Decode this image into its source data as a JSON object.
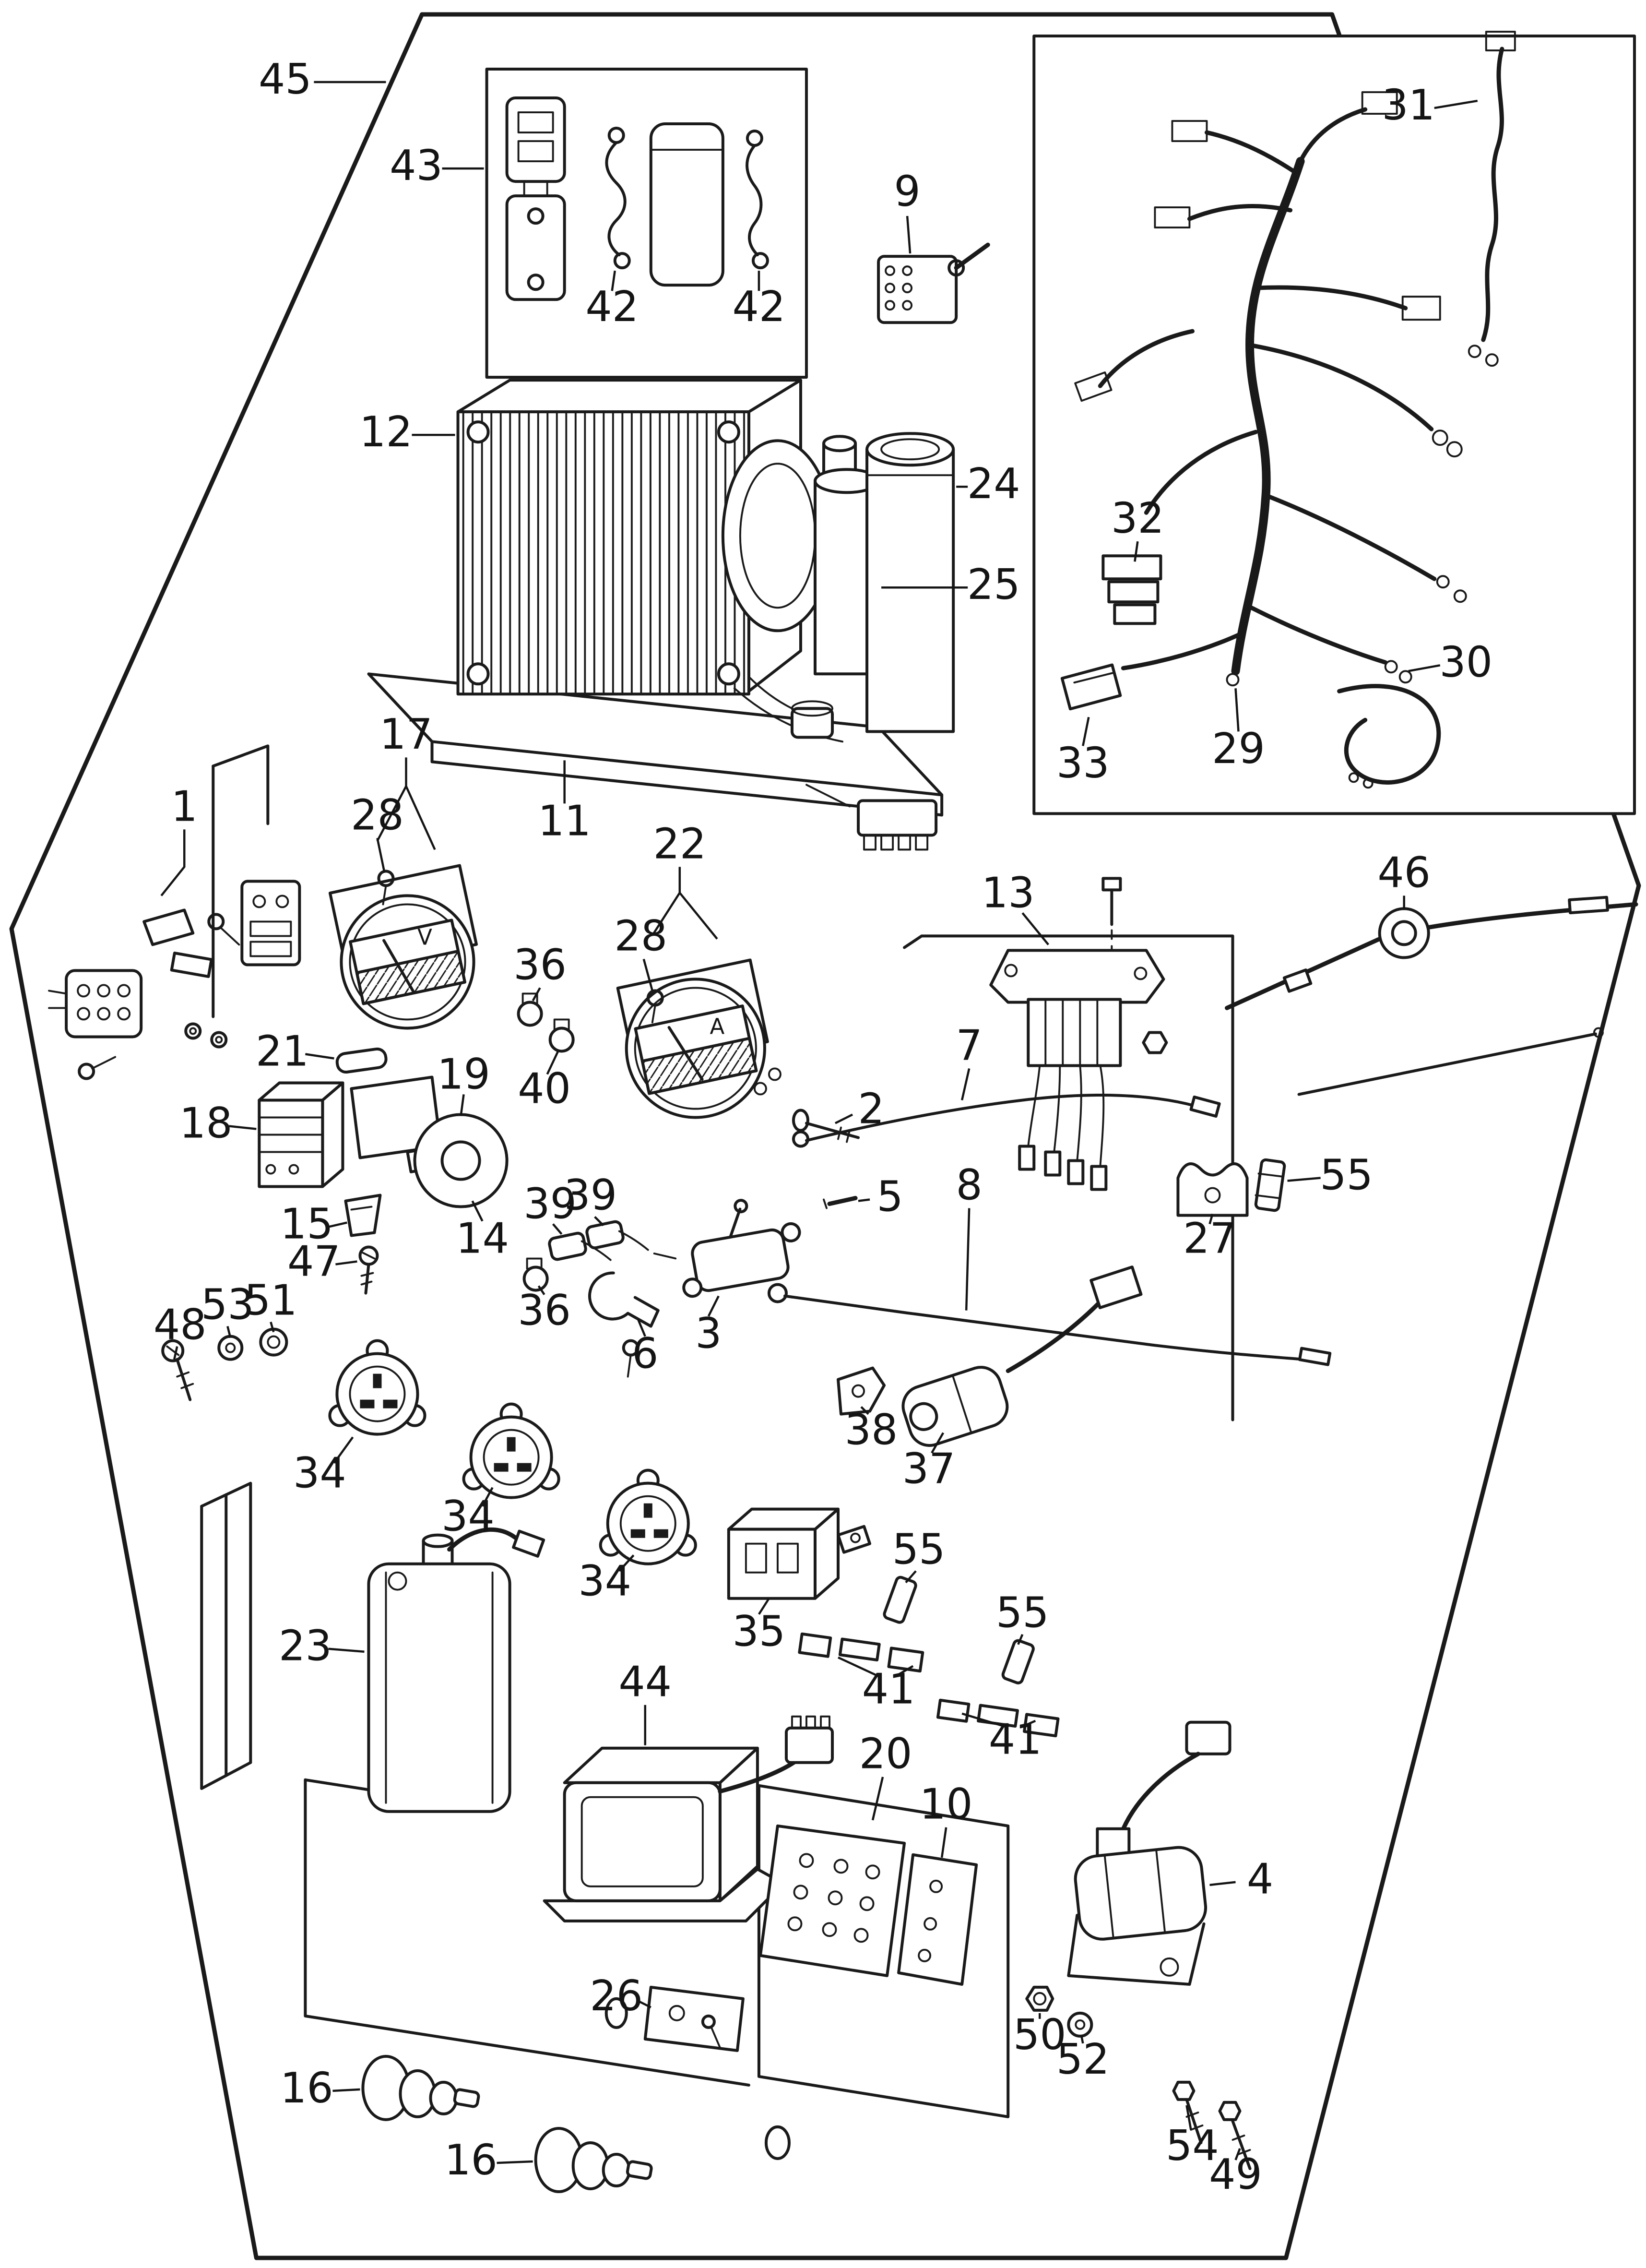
{
  "colors": {
    "ink": "#1a1a1a",
    "paper": "#ffffff"
  },
  "gauges": {
    "voltmeter_letter": "V",
    "ammeter_letter": "A"
  },
  "callouts": [
    {
      "text": "45"
    },
    {
      "text": "43"
    },
    {
      "text": "42"
    },
    {
      "text": "42"
    },
    {
      "text": "9"
    },
    {
      "text": "31"
    },
    {
      "text": "12"
    },
    {
      "text": "24"
    },
    {
      "text": "25"
    },
    {
      "text": "32"
    },
    {
      "text": "30"
    },
    {
      "text": "33"
    },
    {
      "text": "29"
    },
    {
      "text": "17"
    },
    {
      "text": "1"
    },
    {
      "text": "28"
    },
    {
      "text": "11"
    },
    {
      "text": "22"
    },
    {
      "text": "28"
    },
    {
      "text": "13"
    },
    {
      "text": "46"
    },
    {
      "text": "36"
    },
    {
      "text": "21"
    },
    {
      "text": "19"
    },
    {
      "text": "40"
    },
    {
      "text": "7"
    },
    {
      "text": "2"
    },
    {
      "text": "18"
    },
    {
      "text": "5"
    },
    {
      "text": "8"
    },
    {
      "text": "55"
    },
    {
      "text": "27"
    },
    {
      "text": "15"
    },
    {
      "text": "39"
    },
    {
      "text": "39"
    },
    {
      "text": "14"
    },
    {
      "text": "47"
    },
    {
      "text": "36"
    },
    {
      "text": "3"
    },
    {
      "text": "6"
    },
    {
      "text": "48"
    },
    {
      "text": "53"
    },
    {
      "text": "51"
    },
    {
      "text": "34"
    },
    {
      "text": "38"
    },
    {
      "text": "37"
    },
    {
      "text": "34"
    },
    {
      "text": "34"
    },
    {
      "text": "35"
    },
    {
      "text": "55"
    },
    {
      "text": "55"
    },
    {
      "text": "23"
    },
    {
      "text": "41"
    },
    {
      "text": "41"
    },
    {
      "text": "44"
    },
    {
      "text": "20"
    },
    {
      "text": "10"
    },
    {
      "text": "4"
    },
    {
      "text": "26"
    },
    {
      "text": "50"
    },
    {
      "text": "52"
    },
    {
      "text": "16"
    },
    {
      "text": "16"
    },
    {
      "text": "54"
    },
    {
      "text": "49"
    }
  ]
}
